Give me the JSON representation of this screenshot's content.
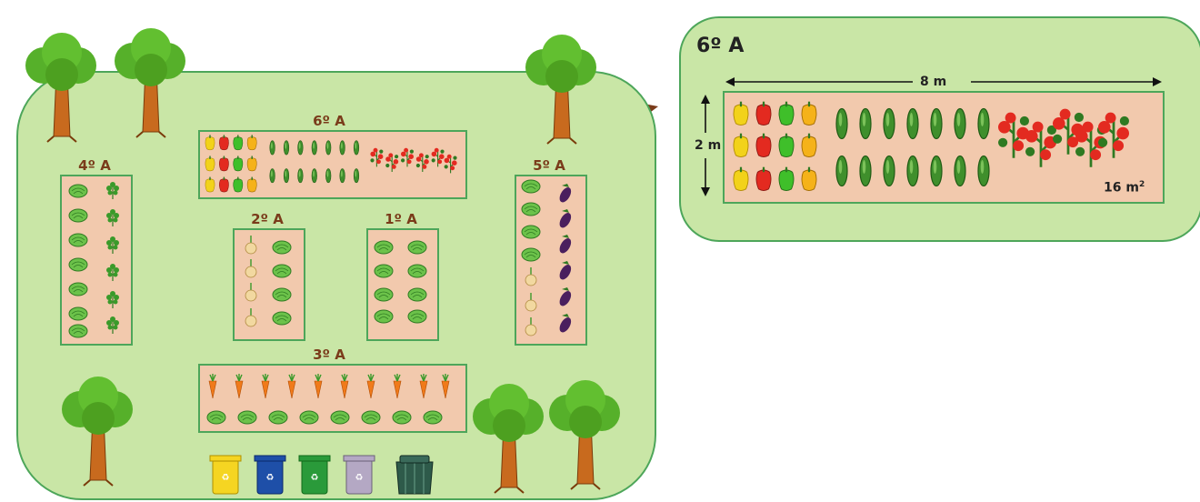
{
  "garden": {
    "beds": {
      "sixth": "6º A",
      "fourth": "4º A",
      "fifth": "5º A",
      "second": "2º A",
      "first": "1º A",
      "third": "3º A"
    },
    "bins": [
      "yellow-bin-icon",
      "blue-bin-icon",
      "green-bin-icon",
      "gray-bin-icon",
      "compost-bin-icon"
    ]
  },
  "zoom": {
    "title": "6º A",
    "width_label": "8 m",
    "height_label": "2 m",
    "area_label": "16 m",
    "area_exp": "2"
  },
  "colors": {
    "lawn": "#c9e6a6",
    "border": "#4da65a",
    "soil": "#f2c9ad",
    "label": "#7a3b1a"
  }
}
